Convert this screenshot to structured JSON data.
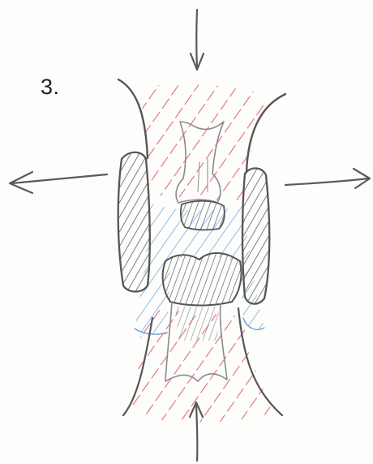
{
  "step_label": "3.",
  "colors": {
    "pencil": "#6e6e6e",
    "pencil_dark": "#4f4f4f",
    "red_hatch": "#dd5b6b",
    "blue_hatch": "#5a95d6",
    "paper": "#fdfdfc"
  },
  "arrows": [
    {
      "name": "arrow-down-top",
      "direction": "down"
    },
    {
      "name": "arrow-up-bottom",
      "direction": "up"
    },
    {
      "name": "arrow-left",
      "direction": "left"
    },
    {
      "name": "arrow-right",
      "direction": "right"
    }
  ]
}
